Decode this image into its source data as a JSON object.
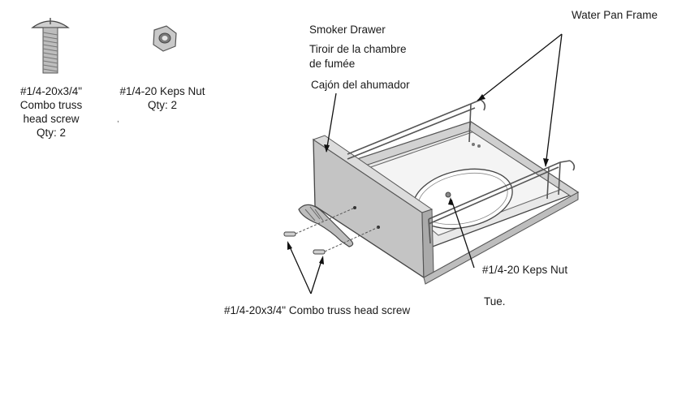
{
  "parts": {
    "screw": {
      "name": "#1/4-20x3/4\"",
      "line2": "Combo truss",
      "line3": "head screw",
      "qty": "Qty: 2",
      "icon": "truss-screw-icon"
    },
    "nut": {
      "name": "#1/4-20 Keps Nut",
      "qty": "Qty: 2",
      "icon": "keps-nut-icon"
    }
  },
  "callouts": {
    "smoker_drawer_en": "Smoker Drawer",
    "smoker_drawer_fr_1": "Tiroir de la chambre",
    "smoker_drawer_fr_2": "de fumée",
    "smoker_drawer_es": "Cajón del ahumador",
    "water_pan_frame": "Water Pan Frame",
    "keps_nut": "#1/4-20 Keps Nut",
    "keps_nut_partial": "Tue.",
    "combo_screw": "#1/4-20x3/4\" Combo truss head screw"
  }
}
